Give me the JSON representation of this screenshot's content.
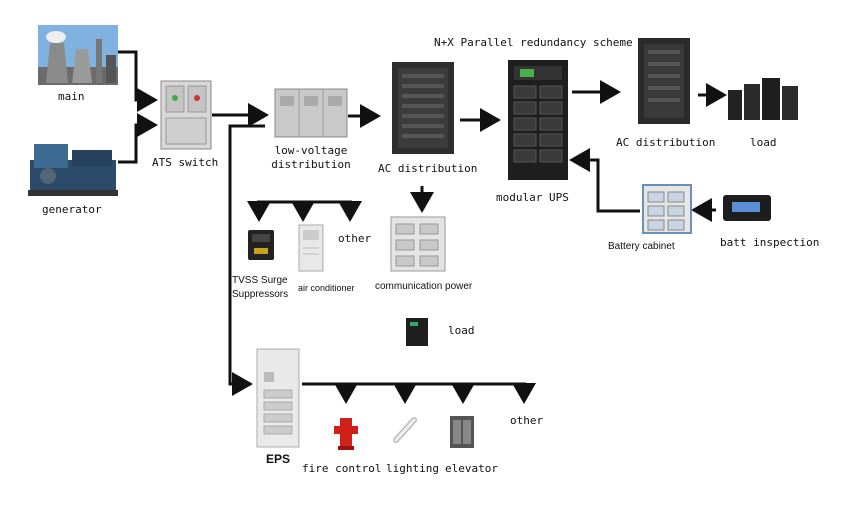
{
  "title": "N+X Parallel redundancy scheme",
  "nodes": {
    "main": "main",
    "generator": "generator",
    "ats": "ATS switch",
    "lv_line1": "low-voltage",
    "lv_line2": "distribution",
    "ac_dist_mid": "AC distribution",
    "ups": "modular UPS",
    "ac_dist_right": "AC distribution",
    "load_right": "load",
    "battery": "Battery cabinet",
    "batt_inspection": "batt inspection",
    "tvss_line1": "TVSS Surge",
    "tvss_line2": "Suppressors",
    "air_conditioner": "air conditioner",
    "other_lv": "other",
    "comm_power": "communication power",
    "load_mid": "load",
    "eps": "EPS",
    "fire_control": "fire control",
    "lighting": "lighting",
    "elevator": "elevator",
    "other_eps": "other"
  },
  "colors": {
    "wire": "#111111",
    "cabinet_dark": "#2a2a2a",
    "cabinet_light": "#dcdcdc",
    "fire_red": "#d0201a",
    "sky": "#7fb2e0"
  }
}
